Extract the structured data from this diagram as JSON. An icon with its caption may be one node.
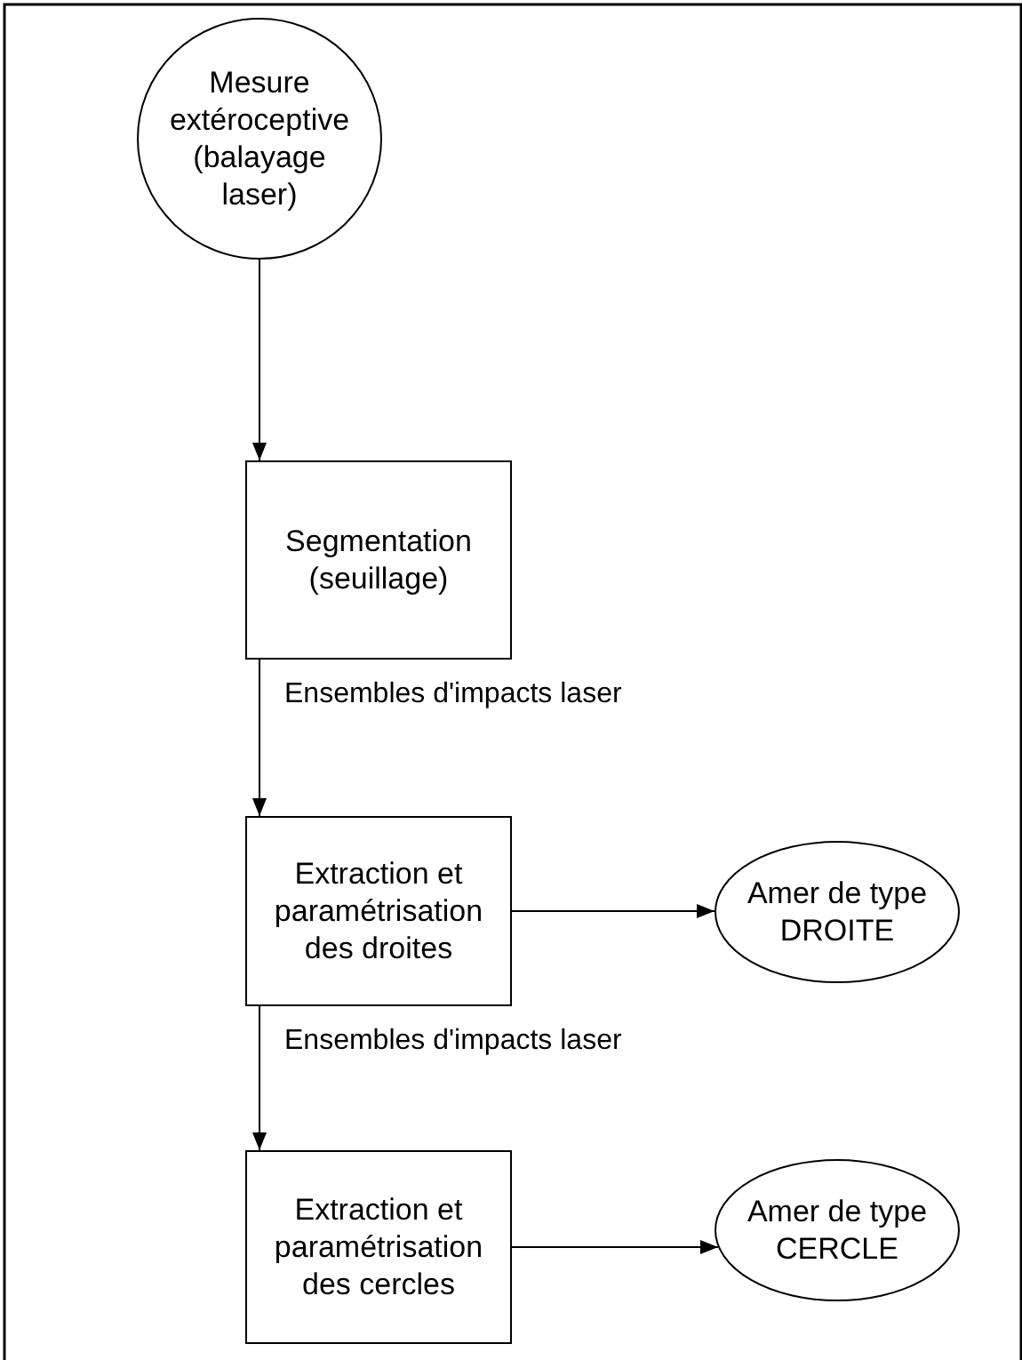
{
  "diagram": {
    "nodes": [
      {
        "text": [
          "Mesure extéroceptive (balayage laser)"
        ]
      },
      {
        "text": [
          "Segmentation (seuillage)"
        ]
      },
      {
        "text": [
          "Extraction et paramétrisation des droites"
        ]
      },
      {
        "text": [
          "Amer de type DROITE"
        ]
      },
      {
        "text": [
          "Extraction et paramétrisation des cercles"
        ]
      },
      {
        "text": [
          "Amer de type CERCLE"
        ]
      }
    ],
    "edges": [
      {
        "from": 0,
        "to": 1,
        "arrow": "to"
      },
      {
        "from": 1,
        "to": 2,
        "arrow": "to",
        "label": "Ensembles d'impacts laser"
      },
      {
        "from": 2,
        "to": 3,
        "arrow": "to"
      },
      {
        "from": 2,
        "to": 4,
        "arrow": "to",
        "label": "Ensembles d'impacts laser"
      },
      {
        "from": 4,
        "to": 5,
        "arrow": "to"
      }
    ]
  }
}
